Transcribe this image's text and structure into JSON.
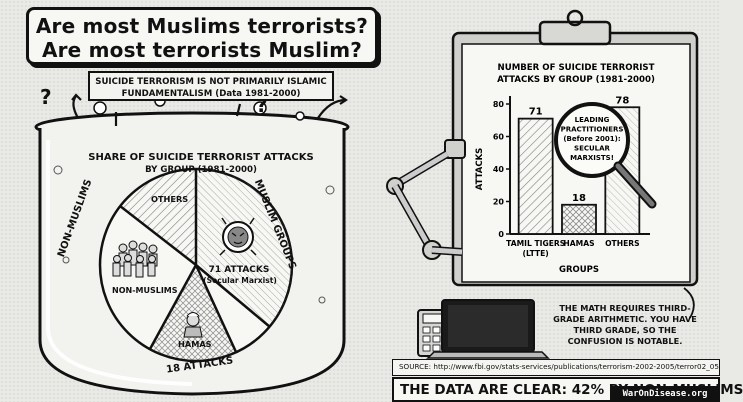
{
  "header": {
    "title_line1": "Are most Muslims terrorists?",
    "title_line2": "Are most terrorists Muslim?",
    "subtitle": "SUICIDE TERRORISM IS NOT PRIMARILY ISLAMIC FUNDAMENTALISM (Data 1981-2000)"
  },
  "pie": {
    "title": "SHARE OF SUICIDE TERRORIST ATTACKS",
    "subtitle": "BY GROUP (1981-2000)",
    "label_non_muslims": "NON-MUSLIMS",
    "label_muslim_groups": "MUSLIM GROUPS",
    "label_others": "OTHERS",
    "label_non_muslims_inner": "NON-MUSLIMS",
    "label_ltte_attacks": "71 ATTACKS",
    "label_ltte_note": "(Secular Marxist)",
    "label_hamas": "HAMAS",
    "label_hamas_attacks": "18 ATTACKS"
  },
  "chart_data": {
    "type": "bar",
    "title": "NUMBER OF SUICIDE TERRORIST ATTACKS BY GROUP (1981-2000)",
    "categories": [
      "TAMIL TIGERS (LTTE)",
      "HAMAS",
      "OTHERS"
    ],
    "category_lines": [
      [
        "TAMIL TIGERS",
        "(LTTE)"
      ],
      [
        "HAMAS"
      ],
      [
        "OTHERS"
      ]
    ],
    "values": [
      71,
      18,
      78
    ],
    "ylabel": "ATTACKS",
    "xlabel": "GROUPS",
    "ylim": [
      0,
      80
    ],
    "yticks": [
      0,
      20,
      40,
      60,
      80
    ],
    "annotation": [
      "LEADING",
      "PRACTITIONERS",
      "(Before 2001):",
      "SECULAR",
      "MARXISTS!"
    ]
  },
  "footer": {
    "math_note": "THE MATH REQUIRES THIRD-GRADE ARITHMETIC. YOU HAVE THIRD GRADE, SO THE CONFUSION IS NOTABLE.",
    "source": "SOURCE: http://www.fbi.gov/stats-services/publications/terrorism-2002-2005/terror02_05",
    "claim": "THE DATA ARE CLEAR: 42% BY NON-MUSLIMS",
    "credit": "WarOnDisease.org"
  },
  "colors": {
    "ink": "#111111",
    "paper": "#f7f7f4",
    "background": "#e9e9e6",
    "glass": "#f2f2ef"
  }
}
